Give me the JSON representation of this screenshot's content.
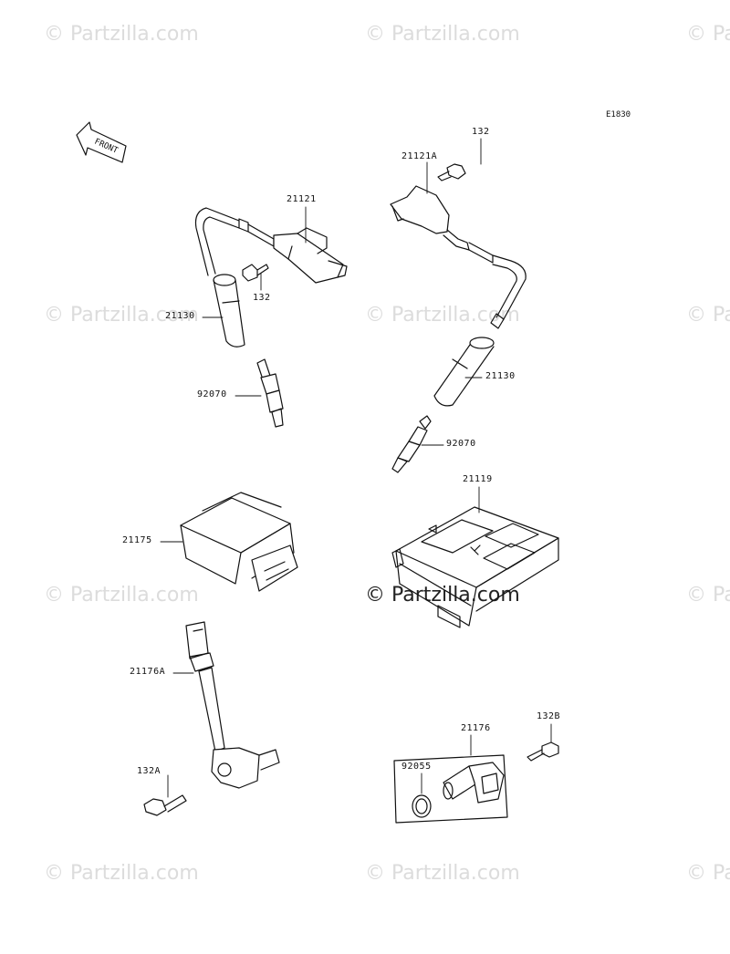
{
  "watermark": "© Partzilla.com",
  "diagram_code": "E1830",
  "front_arrow_label": "FRONT",
  "labels": {
    "coil_left": "21121",
    "coil_right": "21121A",
    "bolt_132_top": "132",
    "bolt_132_left": "132",
    "cap_left": "21130",
    "cap_right": "21130",
    "plug_left": "92070",
    "plug_right": "92070",
    "ecu": "21119",
    "igniter": "21175",
    "sensor_a": "21176A",
    "bolt_132a": "132A",
    "sensor_assy": "21176",
    "oring": "92055",
    "bolt_132b": "132B"
  }
}
